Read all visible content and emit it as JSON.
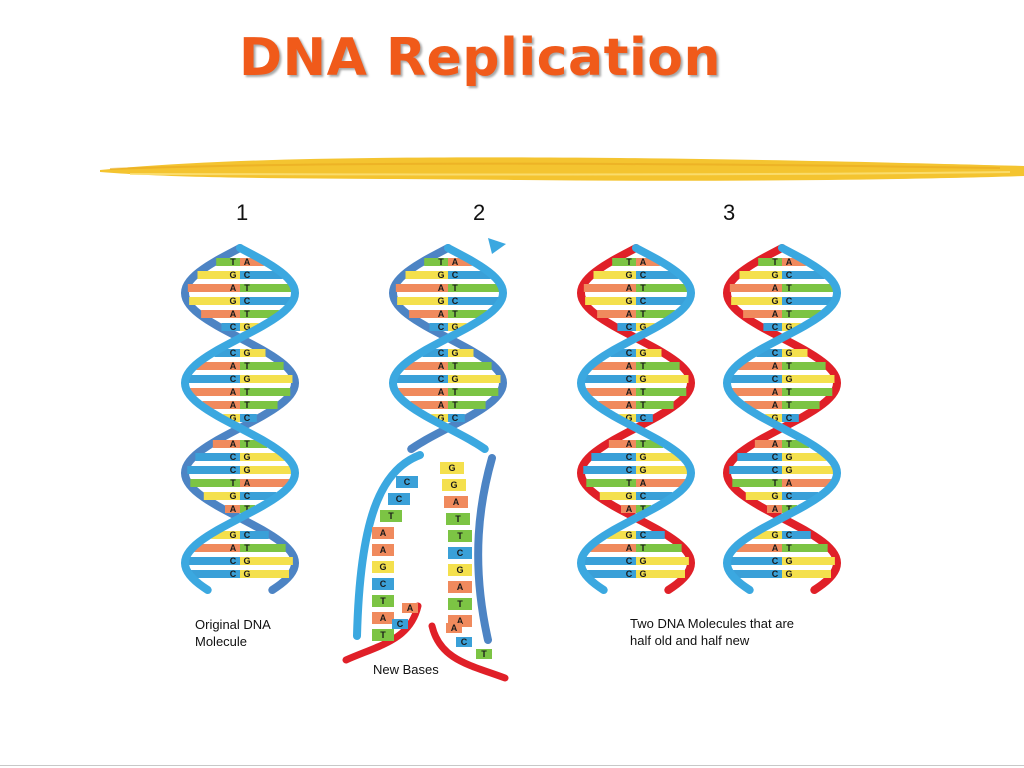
{
  "slide": {
    "title": "DNA Replication",
    "steps": [
      "1",
      "2",
      "3"
    ],
    "captions": {
      "original": "Original DNA\nMolecule",
      "new_bases": "New Bases",
      "result": "Two DNA Molecules that are\nhalf old and half new"
    }
  },
  "colors": {
    "title": "#f05a1a",
    "underline": "#f4c430",
    "old_strand": "#3ba8e0",
    "old_strand_back": "#4d84c4",
    "new_strand": "#e02028",
    "base_A": "#f08a5d",
    "base_T": "#7cc444",
    "base_G": "#f4e04d",
    "base_C": "#3aa0d8"
  },
  "base_pairs": [
    [
      "T",
      "A"
    ],
    [
      "G",
      "C"
    ],
    [
      "A",
      "T"
    ],
    [
      "G",
      "C"
    ],
    [
      "A",
      "T"
    ],
    [
      "C",
      "G"
    ],
    [
      "C",
      "G"
    ],
    [
      "A",
      "T"
    ],
    [
      "C",
      "G"
    ],
    [
      "A",
      "T"
    ],
    [
      "A",
      "T"
    ],
    [
      "G",
      "C"
    ],
    [
      "A",
      "T"
    ],
    [
      "C",
      "G"
    ],
    [
      "C",
      "G"
    ]
  ],
  "separated_bases": {
    "left": [
      "C",
      "C",
      "T",
      "A",
      "A",
      "G",
      "C",
      "T",
      "A",
      "T"
    ],
    "right": [
      "G",
      "G",
      "A",
      "T",
      "T",
      "C",
      "G",
      "A",
      "T",
      "A"
    ]
  }
}
